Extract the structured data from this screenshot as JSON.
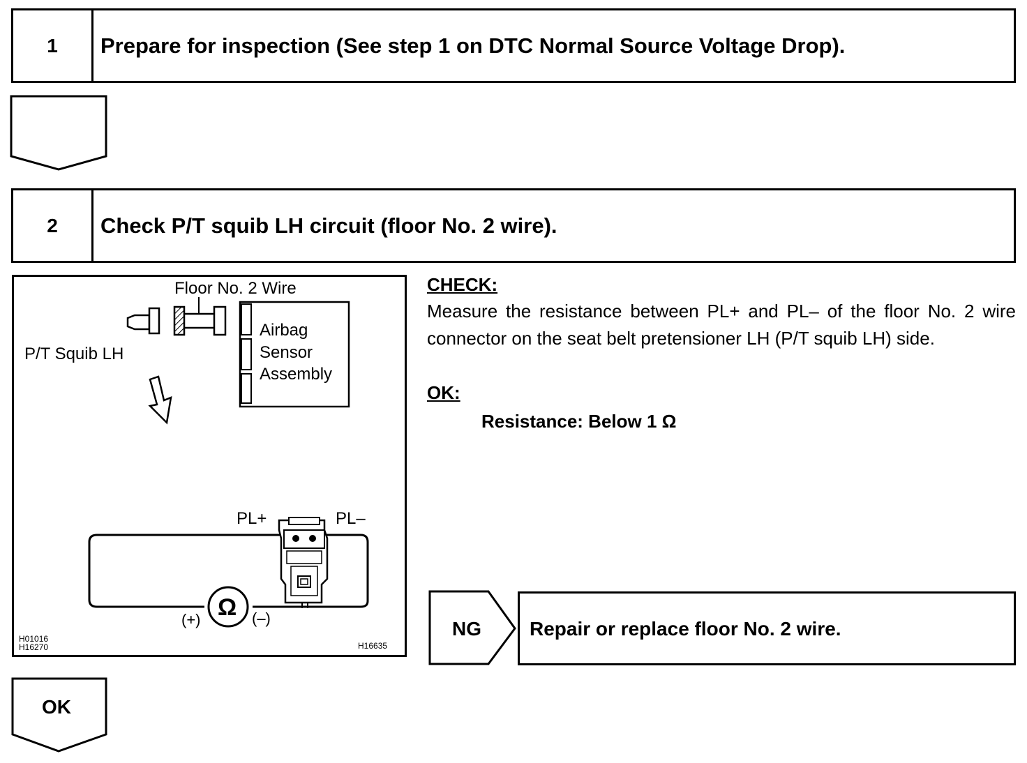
{
  "step1": {
    "number": "1",
    "title": "Prepare for inspection (See step 1 on DTC Normal Source Voltage Drop)."
  },
  "step2": {
    "number": "2",
    "title": "Check P/T squib LH circuit (floor No. 2 wire)."
  },
  "diagram": {
    "floor_wire_label": "Floor No. 2 Wire",
    "squib_label": "P/T Squib LH",
    "airbag_label_lines": [
      "Airbag",
      "Sensor",
      "Assembly"
    ],
    "pl_plus": "PL+",
    "pl_minus": "PL–",
    "meter_symbol": "Ω",
    "meter_plus": "(+)",
    "meter_minus": "(–)",
    "code_left_1": "H01016",
    "code_left_2": "H16270",
    "code_right": "H16635"
  },
  "check": {
    "heading": "CHECK:",
    "text": "Measure the resistance between PL+ and PL– of the floor No. 2 wire connector on the seat belt pretensioner LH (P/T squib LH) side.",
    "ok_heading": "OK:",
    "ok_text": "Resistance: Below 1 Ω"
  },
  "ng": {
    "label": "NG",
    "text": "Repair or replace floor No. 2 wire."
  },
  "ok_flow": {
    "label": "OK"
  }
}
